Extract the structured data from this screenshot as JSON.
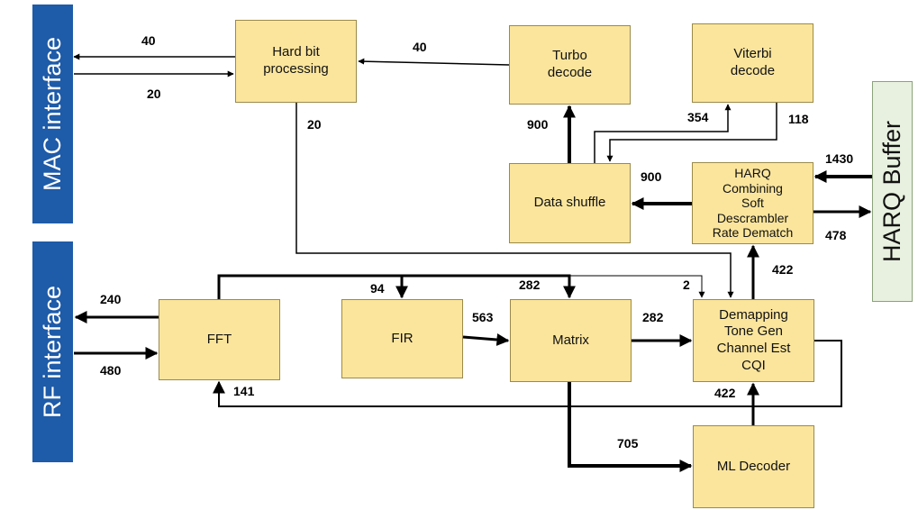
{
  "interfaces": {
    "mac": "MAC interface",
    "rf": "RF interface",
    "harq_buffer": "HARQ Buffer"
  },
  "blocks": {
    "hard_bit": "Hard bit\nprocessing",
    "turbo": "Turbo\ndecode",
    "viterbi": "Viterbi\ndecode",
    "data_shuffle": "Data shuffle",
    "harq_combining": "HARQ\nCombining\nSoft\nDescrambler\nRate Dematch",
    "fft": "FFT",
    "fir": "FIR",
    "matrix": "Matrix",
    "demapping": "Demapping\nTone Gen\nChannel Est\nCQI",
    "ml_decoder": "ML Decoder"
  },
  "edge_labels": {
    "hard_to_mac": "40",
    "mac_to_hard": "20",
    "turbo_to_hard": "40",
    "hard_to_demap": "20",
    "shuffle_to_turbo": "900",
    "shuffle_to_viterbi": "354",
    "viterbi_to_shuffle": "118",
    "harqbuf_to_harq": "1430",
    "harq_to_shuffle": "900",
    "harq_to_harqbuf": "478",
    "demap_to_harq": "422",
    "fft_to_rf": "240",
    "rf_to_fft": "480",
    "fft_to_fir": "94",
    "fft_to_matrix": "282",
    "fft_to_demap": "2",
    "fir_to_matrix": "563",
    "matrix_to_demap": "282",
    "demap_to_fft": "141",
    "ml_to_demap": "422",
    "matrix_to_ml": "705"
  },
  "colors": {
    "interface_blue": "#1e5ba8",
    "block_fill": "#fbe59c",
    "harq_buffer_fill": "#e8f1df"
  }
}
